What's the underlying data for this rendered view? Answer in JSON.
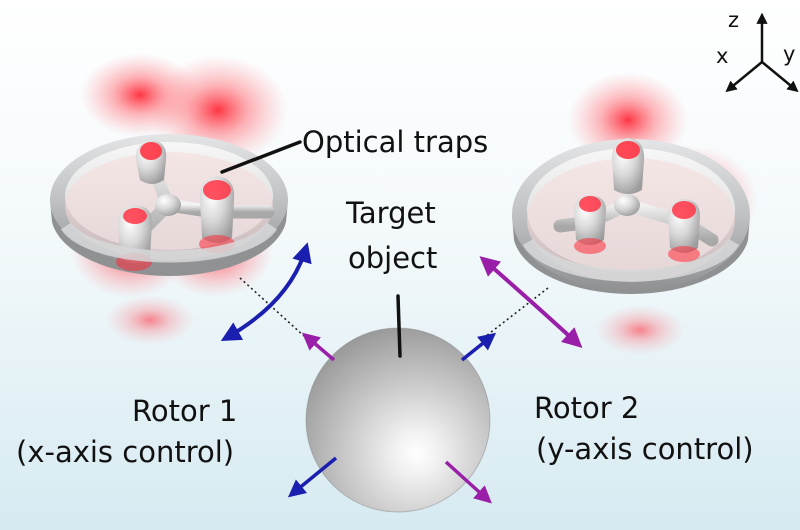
{
  "labels": {
    "optical_traps": "Optical traps",
    "target_line1": "Target",
    "target_line2": "object",
    "rotor1_line1": "Rotor 1",
    "rotor1_line2": "(x-axis control)",
    "rotor2_line1": "Rotor 2",
    "rotor2_line2": "(y-axis control)"
  },
  "axes": {
    "z": "z",
    "x": "x",
    "y": "y"
  },
  "colors": {
    "x_arrow": "#1b1fb0",
    "y_arrow": "#9a1fa8",
    "trap_glow": "#ff2b3a",
    "rotor_metal": "#c4c6c8",
    "background_top": "#ffffff",
    "background_bottom": "#d6eaf1"
  }
}
